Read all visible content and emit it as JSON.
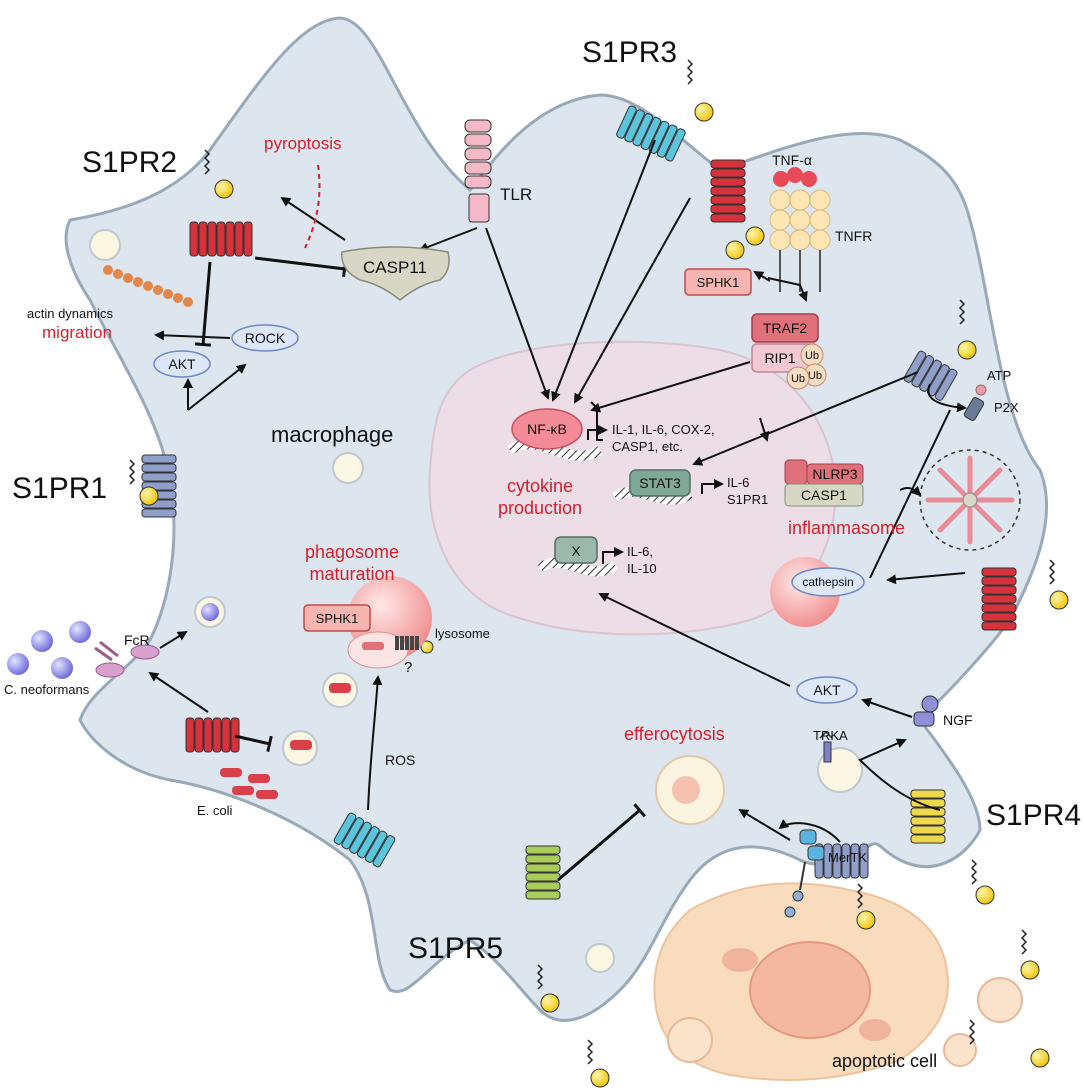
{
  "receptors": {
    "s1pr1": "S1PR1",
    "s1pr2": "S1PR2",
    "s1pr3": "S1PR3",
    "s1pr4": "S1PR4",
    "s1pr5": "S1PR5"
  },
  "cell_label": "macrophage",
  "processes": {
    "pyroptosis": "pyroptosis",
    "migration": "migration",
    "actin": "actin dynamics",
    "cytokine_line1": "cytokine",
    "cytokine_line2": "production",
    "phago_line1": "phagosome",
    "phago_line2": "maturation",
    "inflammasome": "inflammasome",
    "efferocytosis": "efferocytosis"
  },
  "nodes": {
    "casp11": "CASP11",
    "tlr": "TLR",
    "rock": "ROCK",
    "akt_left": "AKT",
    "akt_right": "AKT",
    "nfkb": "NF-κB",
    "stat3": "STAT3",
    "x": "X",
    "sphk1_top": "SPHK1",
    "sphk1_phago": "SPHK1",
    "traf2": "TRAF2",
    "rip1": "RIP1",
    "ub1": "Ub",
    "ub2": "Ub",
    "ub3": "Ub",
    "tnfa": "TNF-α",
    "tnfr": "TNFR",
    "nlrp3": "NLRP3",
    "casp1": "CASP1",
    "cathepsin": "cathepsin",
    "atp": "ATP",
    "p2x": "P2X",
    "fcr": "FcR",
    "lysosome": "lysosome",
    "question": "?",
    "ros": "ROS",
    "trka": "TRKA",
    "ngf": "NGF",
    "mertk": "MerTK"
  },
  "gene_outputs": {
    "nfkb_line1": "IL-1, IL-6, COX-2,",
    "nfkb_line2": "CASP1, etc.",
    "stat3_line1": "IL-6",
    "stat3_line2": "S1PR1",
    "x_line1": "IL-6,",
    "x_line2": "IL-10"
  },
  "pathogens": {
    "cneo": "C. neoformans",
    "ecoli": "E. coli"
  },
  "apoptotic_cell": "apoptotic cell",
  "colors": {
    "cell": "#dde6ee",
    "membrane": "#9aa9b8",
    "nucleus": "#ecdde6",
    "red_text": "#d81e2c",
    "s1p_yellow": "#f6d028",
    "receptor_red": "#d6323c",
    "receptor_blue": "#8f9fca",
    "receptor_cyan": "#5cc4dc",
    "receptor_yellow": "#f0d84c",
    "receptor_green": "#a9cd5a",
    "apoptotic": "#f8d9b8"
  }
}
